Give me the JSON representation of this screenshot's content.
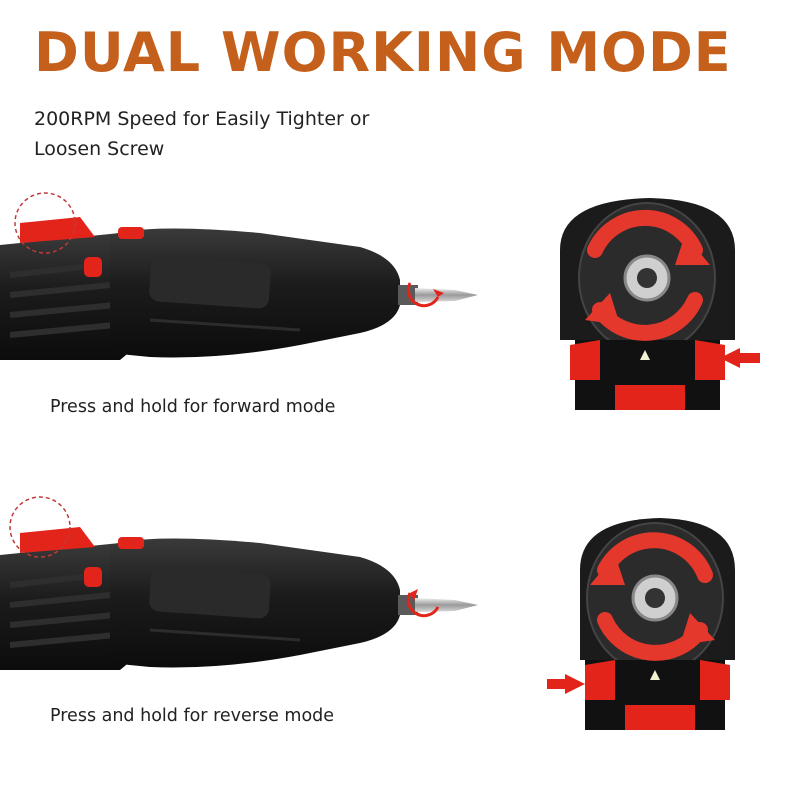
{
  "headline": "DUAL WORKING MODE",
  "subheadline": "200RPM Speed for Easily Tighter or Loosen Screw",
  "forward": {
    "caption": "Press and hold for forward mode",
    "rotation": "clockwise",
    "pressed_side": "right"
  },
  "reverse": {
    "caption": "Press and hold for reverse mode",
    "rotation": "counter-clockwise",
    "pressed_side": "left"
  },
  "colors": {
    "headline": "#C4601B",
    "accent_red": "#E3241B",
    "body_black": "#1c1c1c",
    "arrow_red": "#E4382C"
  }
}
